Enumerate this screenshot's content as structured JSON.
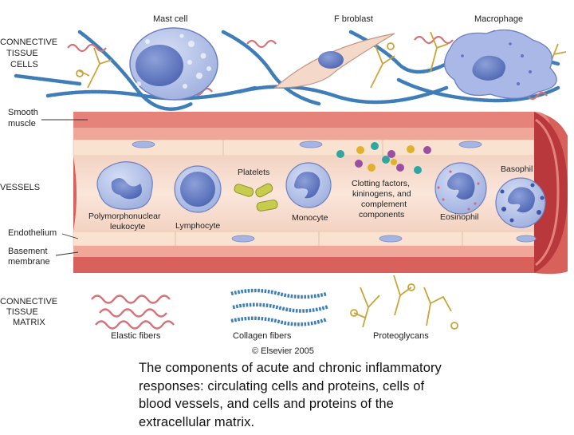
{
  "section_labels": {
    "connective_tissue_cells": [
      "CONNECTIVE",
      "TISSUE",
      "CELLS"
    ],
    "smooth_muscle": [
      "Smooth",
      "muscle"
    ],
    "vessels": "VESSELS",
    "endothelium": "Endothelium",
    "basement_membrane": [
      "Basement",
      "membrane"
    ],
    "connective_tissue_matrix": [
      "CONNECTIVE",
      "TISSUE",
      "MATRIX"
    ]
  },
  "tissue_cells": {
    "mast_cell": "Mast cell",
    "fibroblast": "F broblast",
    "macrophage": "Macrophage"
  },
  "vessel_contents": {
    "platelets": "Platelets",
    "pmn": [
      "Polymorphonuclear",
      "leukocyte"
    ],
    "lymphocyte": "Lymphocyte",
    "monocyte": "Monocyte",
    "clotting": [
      "Clotting factors,",
      "kininogens, and",
      "complement",
      "components"
    ],
    "eosinophil": "Eosinophil",
    "basophil": "Basophil"
  },
  "matrix": {
    "elastic": "Elastic fibers",
    "collagen": "Collagen fibers",
    "proteoglycans": "Proteoglycans"
  },
  "copyright": "© Elsevier 2005",
  "caption": [
    "The components of acute and chronic inflammatory",
    "responses: circulating cells and proteins, cells of",
    "blood vessels, and cells and proteins of the",
    "extracellular matrix."
  ],
  "colors": {
    "vessel_wall": "#e0706a",
    "vessel_dark": "#b8383c",
    "vessel_lumen": "#f6d8c6",
    "cell_fill": "#b9c6ea",
    "nucleus": "#6f85c8",
    "collagen": "#4a86c0",
    "elastic": "#d4737a",
    "proteoglycan": "#c9a53a",
    "platelet": "#c7cc4d"
  }
}
